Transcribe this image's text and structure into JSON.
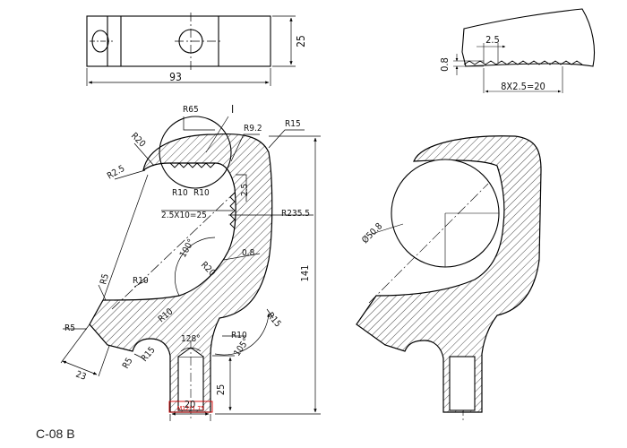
{
  "drawing": {
    "code": "C-08 B",
    "colors": {
      "line": "#000000",
      "hatch": "#000000",
      "thread_callout": "#d40000"
    },
    "top_view": {
      "length": "93",
      "height": "25"
    },
    "detail_I": {
      "pitch": "2.5",
      "depth": "0.8",
      "count": "8X2.5=20"
    },
    "main_view": {
      "section_mark": "I",
      "r65": "R65",
      "r92": "R9.2",
      "r15_top": "R15",
      "r20_top": "R20",
      "r25": "R2.5",
      "r10a": "R10",
      "r10b": "R10",
      "gap": "2.5",
      "serration": "2.5X10=25",
      "r2355": "R235.5",
      "angle100": "100°",
      "r20_inner": "R20",
      "dim08": "0.8",
      "r5_left": "R5",
      "r10_left": "R10",
      "r10_mid": "R10",
      "r5_bottom": "R5",
      "r15_bottom": "R15",
      "r5_tip": "R5",
      "dim23": "23",
      "angle128": "128°",
      "r10_right": "R10",
      "r15_right": "R15",
      "angle105": "105°",
      "dim25": "25",
      "dim20": "20",
      "dim141": "141",
      "thread": "M12*1.75"
    },
    "right_view": {
      "diameter": "Ø50.8"
    }
  }
}
